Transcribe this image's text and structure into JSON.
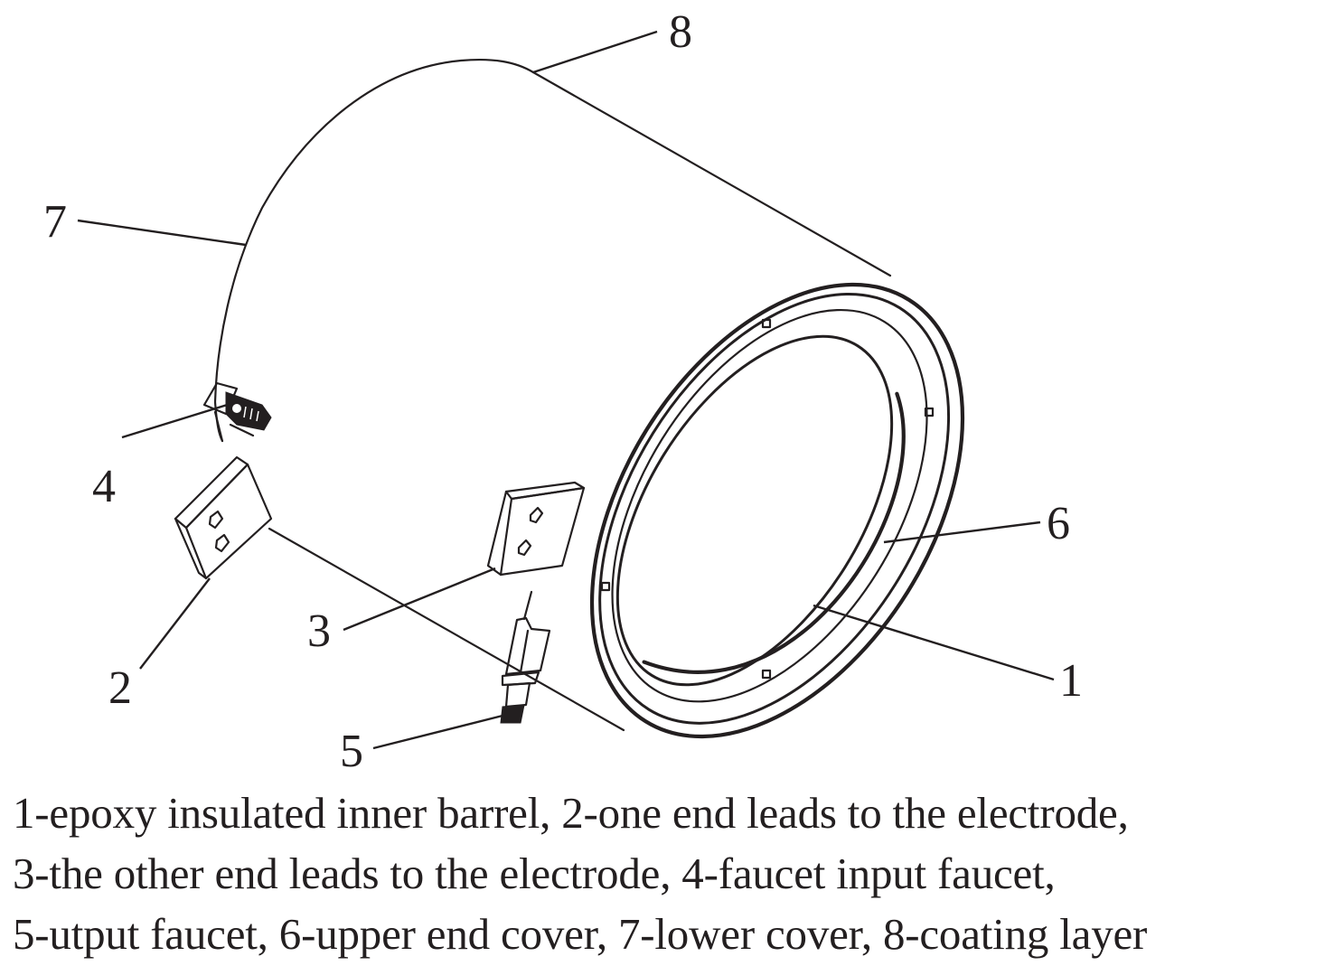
{
  "figure": {
    "kind": "exploded isometric drawing of a cylindrical electrolytic cell",
    "callouts": [
      {
        "id": "1",
        "label": "1"
      },
      {
        "id": "2",
        "label": "2"
      },
      {
        "id": "3",
        "label": "3"
      },
      {
        "id": "4",
        "label": "4"
      },
      {
        "id": "5",
        "label": "5"
      },
      {
        "id": "6",
        "label": "6"
      },
      {
        "id": "7",
        "label": "7"
      },
      {
        "id": "8",
        "label": "8"
      }
    ],
    "legend": [
      {
        "number": "1",
        "text": "epoxy insulated inner barrel"
      },
      {
        "number": "2",
        "text": "one end leads to the electrode"
      },
      {
        "number": "3",
        "text": "the other end leads to the electrode"
      },
      {
        "number": "4",
        "text": "faucet input faucet"
      },
      {
        "number": "5",
        "text": "utput faucet"
      },
      {
        "number": "6",
        "text": "upper end cover"
      },
      {
        "number": "7",
        "text": "lower cover"
      },
      {
        "number": "8",
        "text": "coating layer"
      }
    ],
    "line_color": "#231f20",
    "background": "#ffffff"
  },
  "caption": {
    "lines": [
      "1-epoxy insulated inner barrel, 2-one end leads to the electrode,",
      "3-the other end leads to the electrode, 4-faucet input faucet,",
      "5-utput faucet, 6-upper end cover, 7-lower cover, 8-coating layer"
    ]
  }
}
